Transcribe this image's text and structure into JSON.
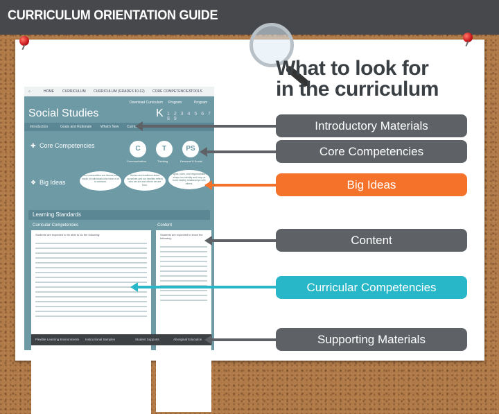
{
  "title": "CURRICULUM ORIENTATION GUIDE",
  "heading": {
    "line1": "What to look for",
    "line2": "in the curriculum"
  },
  "labels": {
    "introductory": "Introductory Materials",
    "core": "Core Competencies",
    "big_ideas": "Big Ideas",
    "content": "Content",
    "curricular": "Curricular Competencies",
    "supporting": "Supporting Materials"
  },
  "colors": {
    "grey": "#5e6267",
    "orange": "#f5722a",
    "teal": "#28b7c9",
    "doc": "#6e9aa6"
  },
  "doc": {
    "nav": [
      "HOME",
      "CURRICULUM",
      "CURRICULUM (GRADES 10-12)",
      "CORE COMPETENCIES",
      "TOOLS"
    ],
    "dropdowns": [
      "Download Curriculum",
      "Program",
      "Program"
    ],
    "subject": "Social Studies",
    "grade": "K",
    "grade_list": "1 2 3 4 5 6 7 8 9",
    "tabs": [
      "Introduction",
      "Goals and Rationale",
      "What's New",
      "Curriculum Overview"
    ],
    "core_title": "Core Competencies",
    "competencies": [
      {
        "letter": "C",
        "name": "Communication"
      },
      {
        "letter": "T",
        "name": "Thinking"
      },
      {
        "letter": "PS",
        "name": "Personal & Social"
      }
    ],
    "big_ideas_title": "Big Ideas",
    "ideas": [
      "Our communities are diverse and made of individuals who have a lot in common.",
      "Stories and traditions about ourselves and our families reflect who we are and where we are from.",
      "Rights, roles, and responsibilities shape our identity and help us build healthy relationships with others."
    ],
    "ls_title": "Learning Standards",
    "cc_title": "Curricular Competencies",
    "content_title": "Content",
    "cc_intro": "Students are expected to be able to do the following:",
    "ct_intro": "Students are expected to know the following:",
    "footer": [
      "Flexible Learning Environments",
      "Instructional Samples",
      "Student Supports",
      "Aboriginal Education"
    ]
  }
}
